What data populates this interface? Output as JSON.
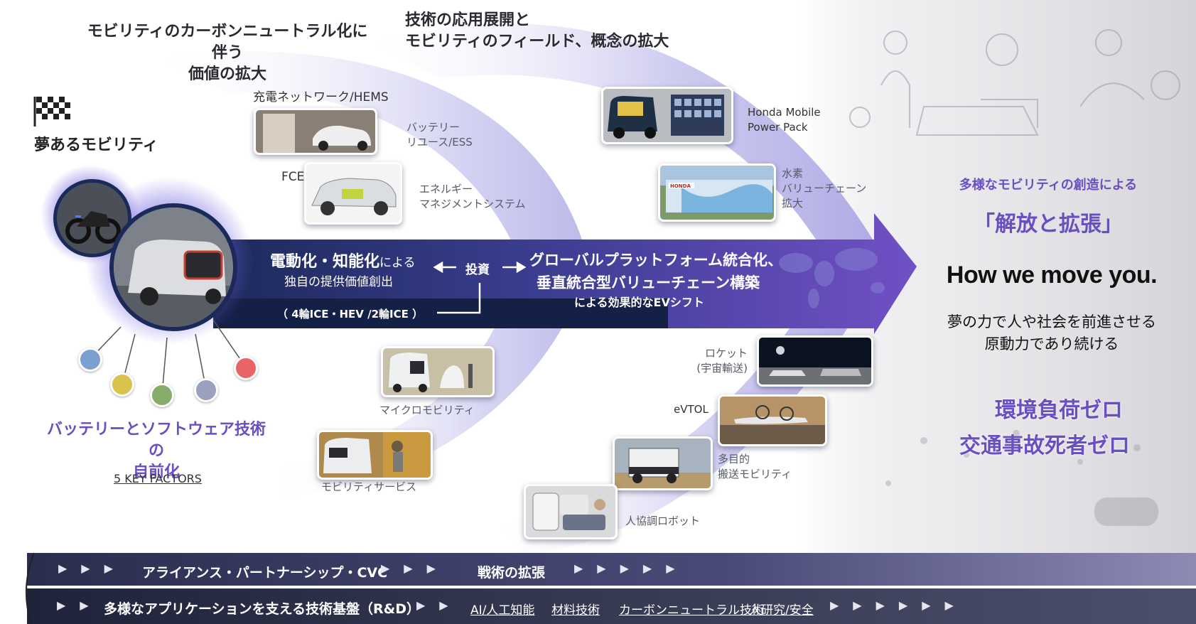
{
  "headings": {
    "carbon_value": "モビリティのカーボンニュートラル化に伴う\n価値の拡大",
    "tech_expand": "技術の応用展開と\nモビリティのフィールド、概念の拡大"
  },
  "left": {
    "dream_mobility": "夢あるモビリティ",
    "battery_software": "バッテリーとソフトウェア技術の\n自前化",
    "five_key_factors": "5 KEY FACTORS"
  },
  "upper_items": {
    "charging_network": "充電ネットワーク/HEMS",
    "battery_reuse": "バッテリー\nリユース/ESS",
    "fcev": "FCEV",
    "energy_mgmt": "エネルギー\nマネジメントシステム",
    "honda_mpp": "Honda Mobile\nPower Pack",
    "hydrogen": "水素\nバリューチェーン\n拡大"
  },
  "arrow": {
    "electrification_main": "電動化・知能化",
    "electrification_suffix": "による",
    "electrification_sub": "独自の提供価値創出",
    "invest": "投資",
    "global_line1": "グローバルプラットフォーム統合化、",
    "global_line2": "垂直統合型バリューチェーン構築",
    "global_line3": "による効果的なEVシフト",
    "ice": "（ 4輪ICE・HEV /2輪ICE ）"
  },
  "lower_items": {
    "micro_mobility": "マイクロモビリティ",
    "mobility_service": "モビリティサービス",
    "rocket": "ロケット\n(宇宙輸送)",
    "evtol": "eVTOL",
    "multi_transport": "多目的\n搬送モビリティ",
    "robot": "人協調ロボット"
  },
  "right": {
    "diverse": "多様なモビリティの創造による",
    "liberation": "「解放と拡張」",
    "how_we_move": "How we move you.",
    "dream_power": "夢の力で人や社会を前進させる\n原動力であり続ける",
    "zero_env": "環境負荷ゼロ",
    "zero_accident": "交通事故死者ゼロ"
  },
  "bars": {
    "bar1_left": "アライアンス・パートナーシップ・CVC",
    "bar1_right": "戦術の拡張",
    "bar2_left": "多様なアプリケーションを支える技術基盤（R&D）",
    "tech": [
      "AI/人工知能",
      "材料技術",
      "カーボンニュートラル技術",
      "人研究/安全"
    ]
  },
  "node_colors": [
    "#7c9fd2",
    "#d8c24a",
    "#86ac69",
    "#9aa0bd",
    "#e96565"
  ],
  "colors": {
    "accent_purple": "#6a4fc2",
    "navy": "#1c2a5a",
    "bar_dark": "#2a2e48"
  },
  "icons": [
    "checkered-flag-icon",
    "arrow-left-icon",
    "arrow-right-icon",
    "chevron-right-icon",
    "world-map-icon"
  ]
}
